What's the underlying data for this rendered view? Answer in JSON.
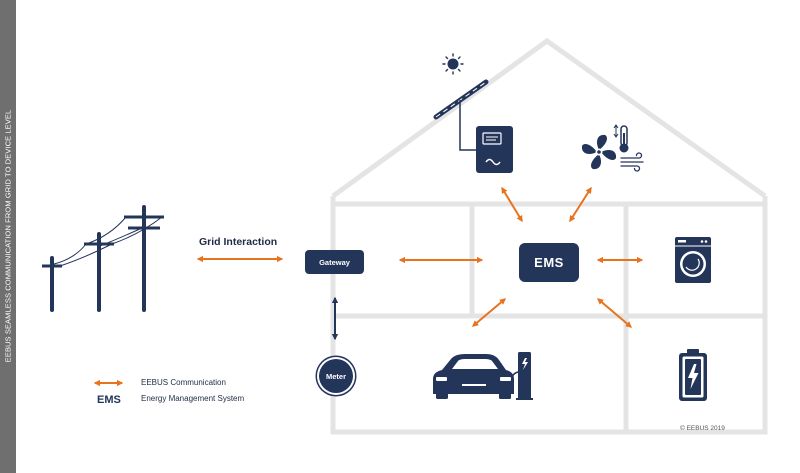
{
  "sidebar": {
    "text": "EEBUS SEAMLESS COMMUNICATION FROM GRID TO DEVICE LEVEL"
  },
  "labels": {
    "grid_interaction": "Grid Interaction",
    "gateway": "Gateway",
    "ems": "EMS",
    "meter": "Meter"
  },
  "legend": {
    "communication": "EEBUS Communication",
    "ems_abbr": "EMS",
    "ems_full": "Energy Management System"
  },
  "copyright": "© EEBUS 2019",
  "icons": [
    "sun-icon",
    "solar-panel-icon",
    "inverter-icon",
    "fan-icon",
    "thermometer-icon",
    "wind-icon",
    "power-pole-icon",
    "washing-machine-icon",
    "electric-car-icon",
    "charging-station-icon",
    "battery-icon"
  ],
  "colors": {
    "navy": "#24355a",
    "arrow": "#e8731e",
    "house_outline": "#e4e4e4",
    "sidebar": "#6f6f70"
  }
}
